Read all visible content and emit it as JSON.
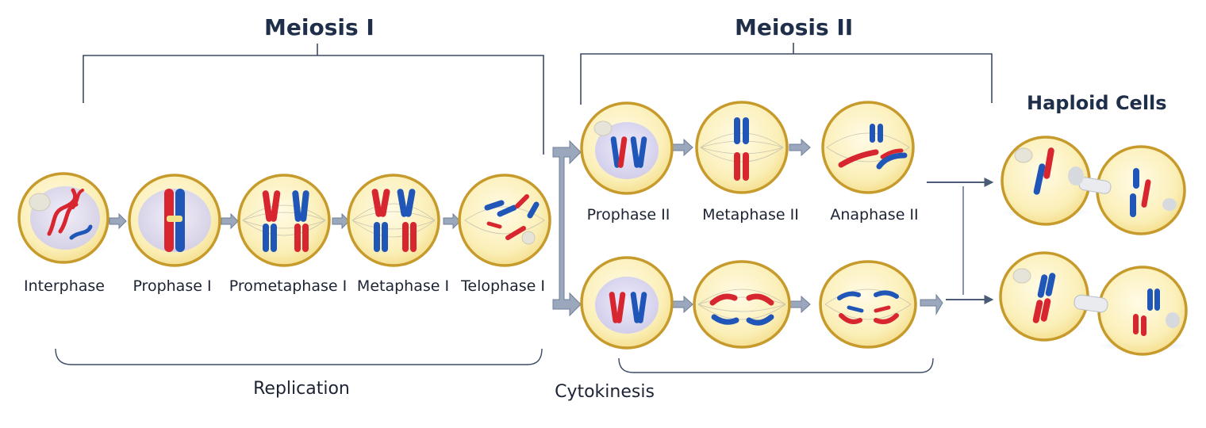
{
  "headers": {
    "meiosis1": "Meiosis I",
    "meiosis2": "Meiosis II",
    "haploid": "Haploid Cells"
  },
  "stages": {
    "interphase": "Interphase",
    "prophase1": "Prophase I",
    "prometaphase1": "Prometaphase I",
    "metaphase1": "Metaphase I",
    "telophase1": "Telophase I",
    "prophase2": "Prophase II",
    "metaphase2": "Metaphase II",
    "anaphase2": "Anaphase II"
  },
  "brackets": {
    "replication": "Replication",
    "cytokinesis": "Cytokinesis"
  },
  "colors": {
    "chromosome_red": "#d7262f",
    "chromosome_blue": "#1f56b8",
    "cell_membrane": "#c79a2c",
    "cytoplasm": "#fbefb8",
    "nucleus": "#d9d6f0",
    "arrow": "#8695ab",
    "line": "#3b4a66"
  }
}
